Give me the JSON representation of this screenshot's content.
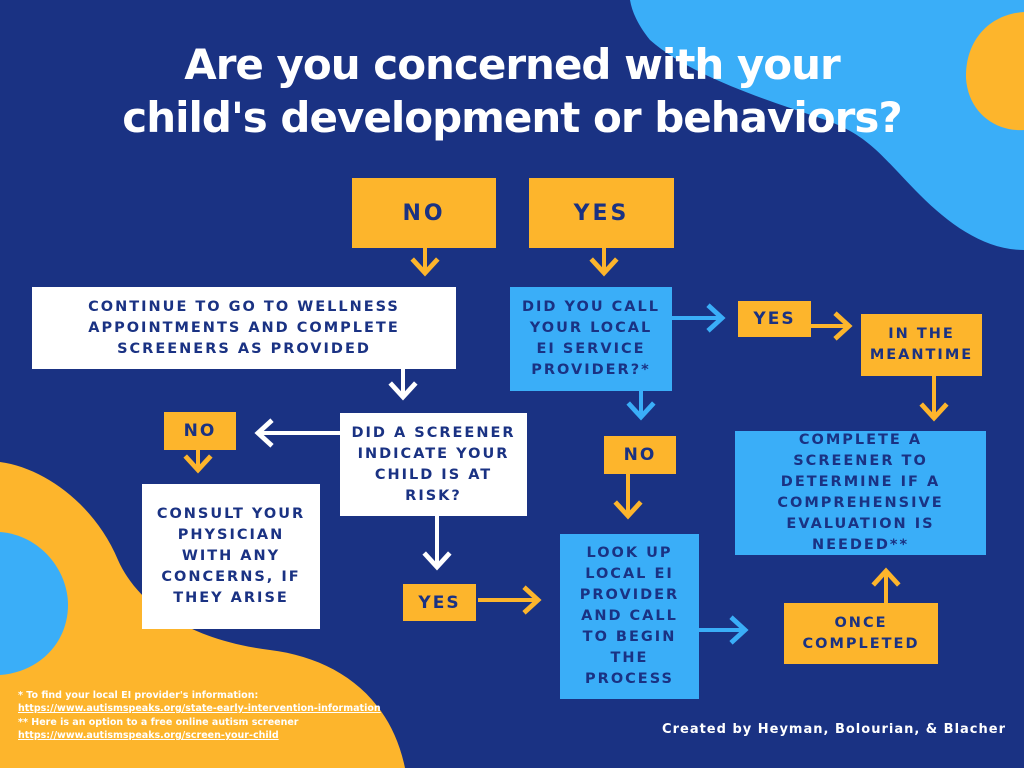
{
  "title": {
    "line1": "Are you concerned with your",
    "line2": "child's development or behaviors?"
  },
  "nodes": {
    "no_top": "NO",
    "yes_top": "YES",
    "wellness": "CONTINUE TO GO TO WELLNESS APPOINTMENTS AND COMPLETE SCREENERS AS PROVIDED",
    "did_call": "DID YOU CALL YOUR LOCAL EI SERVICE PROVIDER?*",
    "yes_call": "YES",
    "meantime": "IN THE MEANTIME",
    "no_screener": "NO",
    "screener_q": "DID A SCREENER INDICATE YOUR CHILD IS AT RISK?",
    "consult": "CONSULT YOUR PHYSICIAN WITH ANY CONCERNS, IF THEY ARISE",
    "no_call": "NO",
    "complete_screener": "COMPLETE A SCREENER TO DETERMINE IF A COMPREHENSIVE EVALUATION IS NEEDED**",
    "yes_screener": "YES",
    "lookup": "LOOK UP LOCAL EI PROVIDER AND CALL TO BEGIN THE PROCESS",
    "once": "ONCE COMPLETED"
  },
  "footnotes": {
    "note1": "* To find your local EI provider's information:",
    "link1": "https://www.autismspeaks.org/state-early-intervention-information",
    "note2": "** Here is an option to a free online autism screener",
    "link2": "https://www.autismspeaks.org/screen-your-child"
  },
  "credit": "Created by Heyman, Bolourian, & Blacher",
  "colors": {
    "navy": "#1a3283",
    "orange": "#fdb52c",
    "light_blue": "#3aaef8",
    "white": "#ffffff"
  }
}
